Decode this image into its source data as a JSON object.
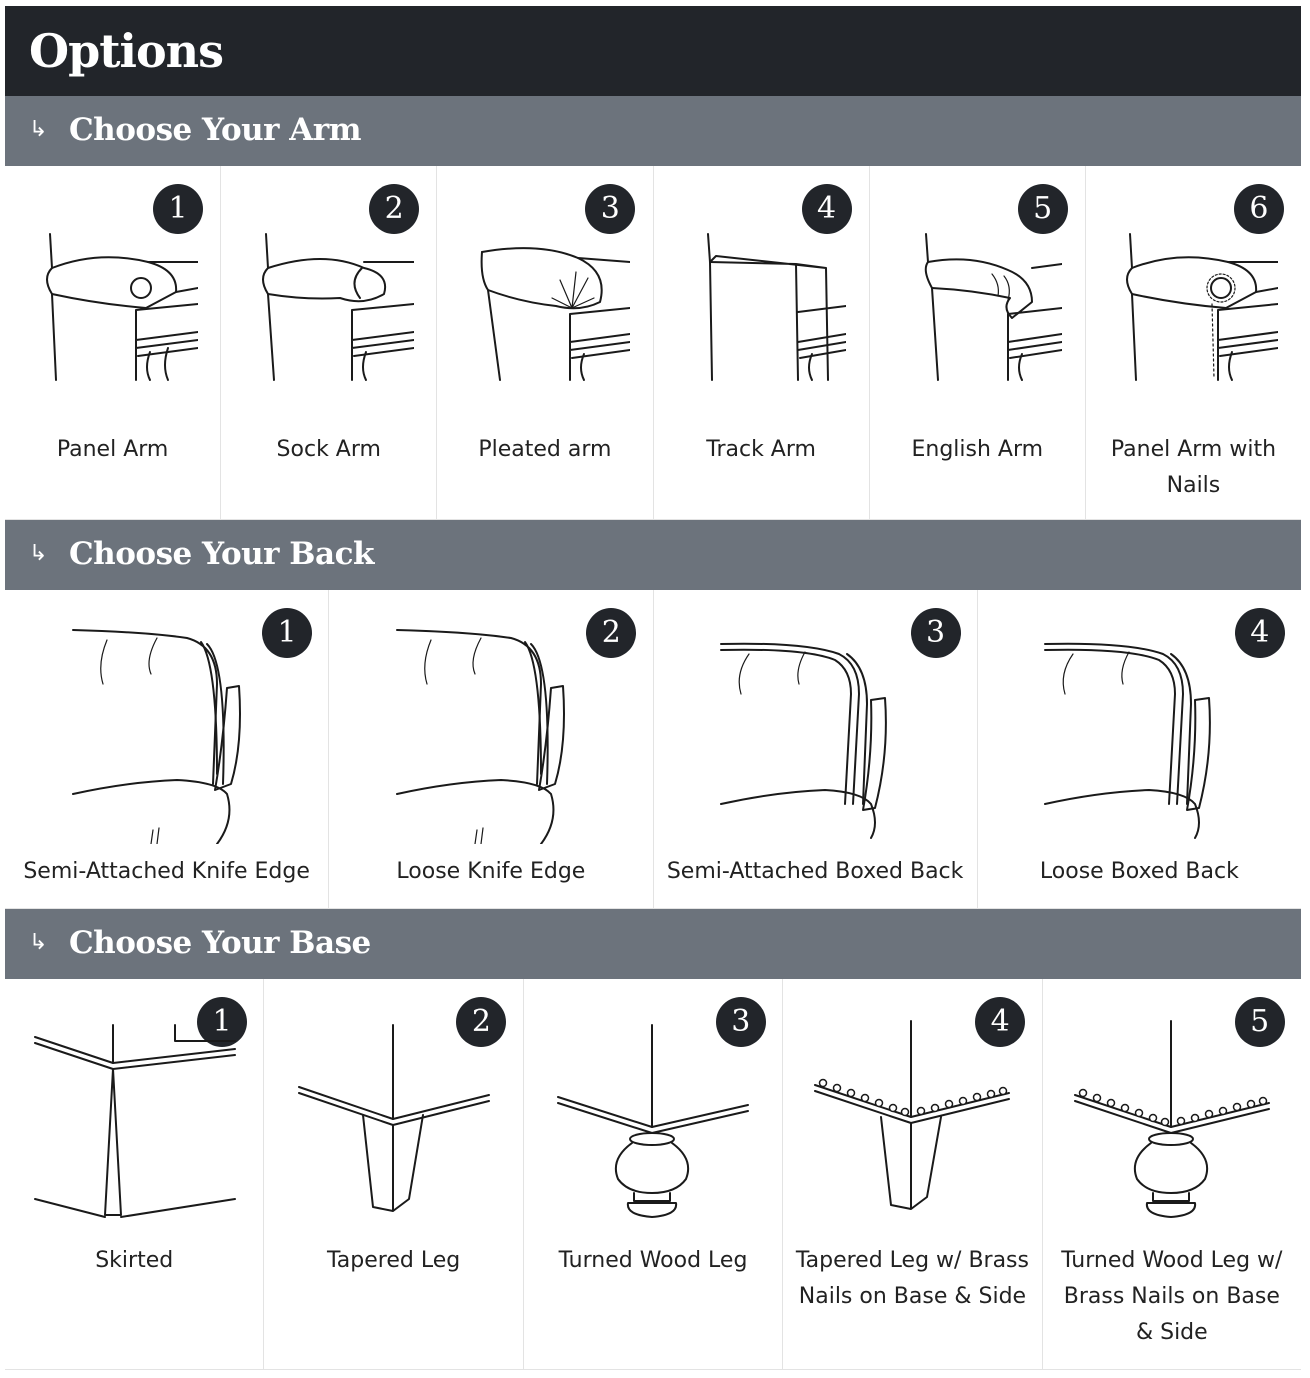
{
  "page": {
    "title": "Options"
  },
  "sections": [
    {
      "arrow": "↳",
      "title": "Choose Your Arm",
      "options": [
        {
          "number": "1",
          "label": "Panel Arm",
          "icon": "panel-arm-icon"
        },
        {
          "number": "2",
          "label": "Sock Arm",
          "icon": "sock-arm-icon"
        },
        {
          "number": "3",
          "label": "Pleated arm",
          "icon": "pleated-arm-icon"
        },
        {
          "number": "4",
          "label": "Track Arm",
          "icon": "track-arm-icon"
        },
        {
          "number": "5",
          "label": "English Arm",
          "icon": "english-arm-icon"
        },
        {
          "number": "6",
          "label": "Panel Arm with Nails",
          "icon": "panel-arm-nails-icon"
        }
      ]
    },
    {
      "arrow": "↳",
      "title": "Choose Your Back",
      "options": [
        {
          "number": "1",
          "label": "Semi-Attached Knife Edge",
          "icon": "semi-attached-knife-edge-icon"
        },
        {
          "number": "2",
          "label": "Loose Knife Edge",
          "icon": "loose-knife-edge-icon"
        },
        {
          "number": "3",
          "label": "Semi-Attached Boxed Back",
          "icon": "semi-attached-boxed-back-icon"
        },
        {
          "number": "4",
          "label": "Loose Boxed Back",
          "icon": "loose-boxed-back-icon"
        }
      ]
    },
    {
      "arrow": "↳",
      "title": "Choose Your Base",
      "options": [
        {
          "number": "1",
          "label": "Skirted",
          "icon": "skirted-base-icon"
        },
        {
          "number": "2",
          "label": "Tapered Leg",
          "icon": "tapered-leg-icon"
        },
        {
          "number": "3",
          "label": "Turned Wood Leg",
          "icon": "turned-wood-leg-icon"
        },
        {
          "number": "4",
          "label": "Tapered Leg w/ Brass Nails on Base & Side",
          "icon": "tapered-leg-nails-icon"
        },
        {
          "number": "5",
          "label": "Turned Wood Leg w/ Brass Nails on Base & Side",
          "icon": "turned-wood-leg-nails-icon"
        }
      ]
    }
  ],
  "colors": {
    "title_bar": "#22252a",
    "section_header": "#6c737c",
    "badge": "#22252a",
    "divider": "#e3e3e3"
  }
}
